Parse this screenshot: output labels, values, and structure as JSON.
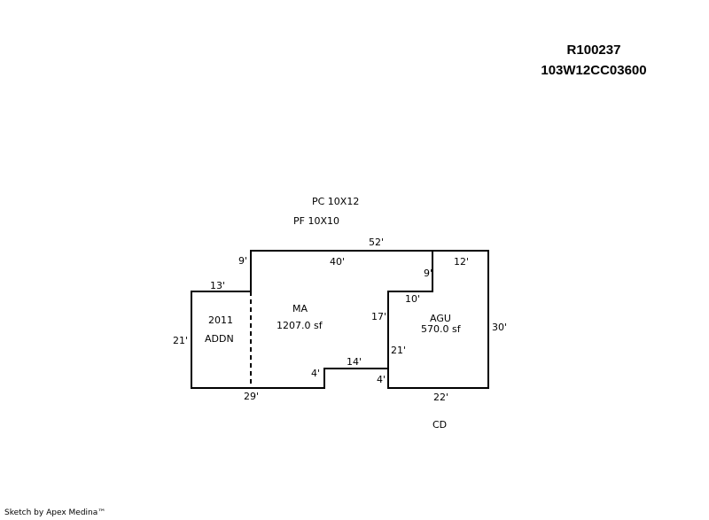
{
  "header": {
    "parcel_id": "R100237",
    "map_tax_lot": "103W12CC03600"
  },
  "notes": {
    "pc": "PC 10X12",
    "pf": "PF 10X10",
    "cd": "CD"
  },
  "areas": {
    "addn": {
      "year": "2011",
      "name": "ADDN"
    },
    "ma": {
      "name": "MA",
      "area": "1207.0 sf"
    },
    "agu": {
      "name": "AGU",
      "area": "570.0 sf"
    }
  },
  "dimensions": {
    "top_total": "52'",
    "ma_top": "40'",
    "ma_left_step": "9'",
    "addn_top": "13'",
    "addn_side": "21'",
    "bottom_left": "29'",
    "notch_step": "4'",
    "notch_width": "14'",
    "notch_step_right": "4'",
    "agu_inner_vertical": "17'",
    "agu_lower_inner": "21'",
    "agu_top": "12'",
    "agu_inner_step": "9'",
    "agu_inner_width": "10'",
    "agu_right": "30'",
    "agu_bottom": "22'"
  },
  "footer": {
    "credit": "Sketch by Apex Medina™"
  }
}
